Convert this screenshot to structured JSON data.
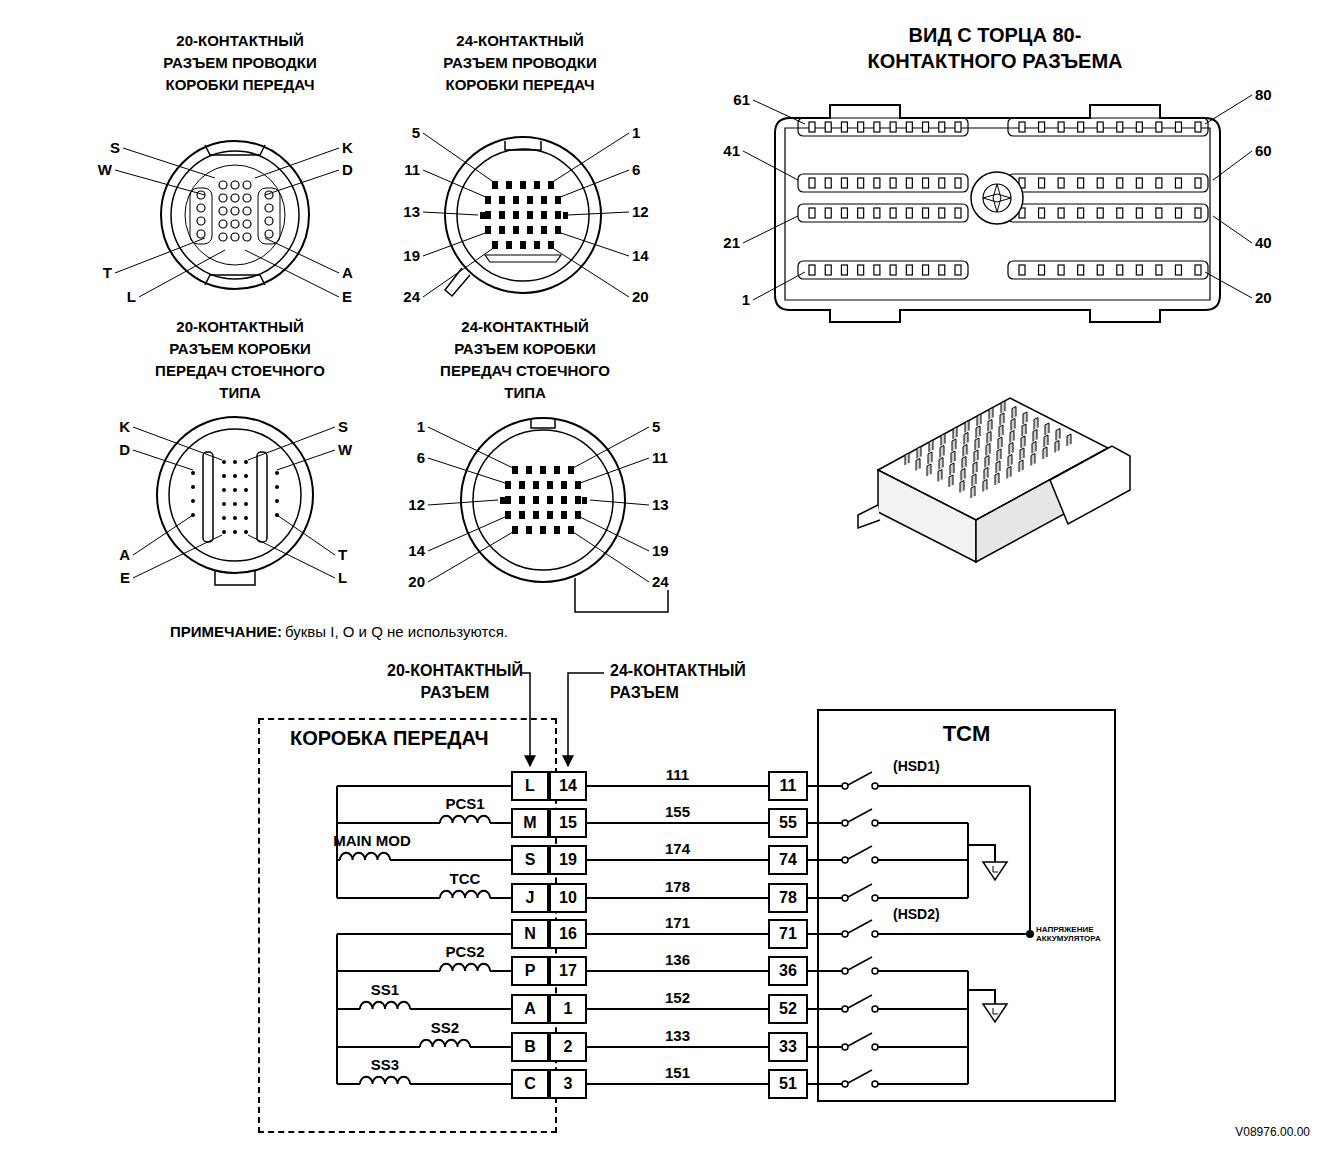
{
  "diagram": {
    "nodes": [
      {
        "text": [
          "КОРОБКА ПЕРЕДАЧ"
        ]
      },
      {
        "text": [
          "L"
        ],
        "in": 0
      },
      {
        "text": [
          "M"
        ],
        "in": 0
      },
      {
        "text": [
          "S"
        ],
        "in": 0
      },
      {
        "text": [
          "J"
        ],
        "in": 0
      },
      {
        "text": [
          "N"
        ],
        "in": 0
      },
      {
        "text": [
          "P"
        ],
        "in": 0
      },
      {
        "text": [
          "A"
        ],
        "in": 0
      },
      {
        "text": [
          "B"
        ],
        "in": 0
      },
      {
        "text": [
          "C"
        ],
        "in": 0
      },
      {
        "text": [
          "14"
        ]
      },
      {
        "text": [
          "15"
        ]
      },
      {
        "text": [
          "19"
        ]
      },
      {
        "text": [
          "10"
        ]
      },
      {
        "text": [
          "16"
        ]
      },
      {
        "text": [
          "17"
        ]
      },
      {
        "text": [
          "1"
        ]
      },
      {
        "text": [
          "2"
        ]
      },
      {
        "text": [
          "3"
        ]
      },
      {
        "text": [
          "TCM"
        ]
      },
      {
        "text": [
          "11"
        ]
      },
      {
        "text": [
          "55"
        ]
      },
      {
        "text": [
          "74"
        ]
      },
      {
        "text": [
          "78"
        ]
      },
      {
        "text": [
          "71"
        ]
      },
      {
        "text": [
          "36"
        ]
      },
      {
        "text": [
          "52"
        ]
      },
      {
        "text": [
          "33"
        ]
      },
      {
        "text": [
          "51"
        ]
      }
    ],
    "edges": [
      {
        "from": 10,
        "to": 20,
        "arrow": "none",
        "label": "111"
      },
      {
        "from": 11,
        "to": 21,
        "arrow": "none",
        "label": "155"
      },
      {
        "from": 12,
        "to": 22,
        "arrow": "none",
        "label": "174"
      },
      {
        "from": 13,
        "to": 23,
        "arrow": "none",
        "label": "178"
      },
      {
        "from": 14,
        "to": 24,
        "arrow": "none",
        "label": "171"
      },
      {
        "from": 15,
        "to": 25,
        "arrow": "none",
        "label": "136"
      },
      {
        "from": 16,
        "to": 26,
        "arrow": "none",
        "label": "152"
      },
      {
        "from": 17,
        "to": 27,
        "arrow": "none",
        "label": "133"
      },
      {
        "from": 18,
        "to": 28,
        "arrow": "none",
        "label": "151"
      }
    ],
    "labels": [
      "20-КОНТАКТНЫЙ РАЗЪЕМ ПРОВОДКИ КОРОБКИ ПЕРЕДАЧ",
      "24-КОНТАКТНЫЙ РАЗЪЕМ ПРОВОДКИ КОРОБКИ ПЕРЕДАЧ",
      "ВИД С ТОРЦА 80-КОНТАКТНОГО РАЗЪЕМА",
      "20-КОНТАКТНЫЙ РАЗЪЕМ КОРОБКИ ПЕРЕДАЧ СТОЕЧНОГО ТИПА",
      "24-КОНТАКТНЫЙ РАЗЪЕМ КОРОБКИ ПЕРЕДАЧ СТОЕЧНОГО ТИПА",
      "S",
      "W",
      "T",
      "L",
      "K",
      "D",
      "A",
      "E",
      "5",
      "11",
      "13",
      "19",
      "24",
      "1",
      "6",
      "12",
      "14",
      "20",
      "61",
      "41",
      "21",
      "1",
      "80",
      "60",
      "40",
      "20",
      "K",
      "D",
      "A",
      "E",
      "S",
      "W",
      "T",
      "L",
      "1",
      "6",
      "12",
      "14",
      "20",
      "5",
      "11",
      "13",
      "19",
      "24",
      "ПРИМЕЧАНИЕ:",
      "буквы I, O и Q не используются.",
      "20-КОНТАКТНЫЙ РАЗЪЕМ",
      "24-КОНТАКТНЫЙ РАЗЪЕМ",
      "PCS1",
      "MAIN MOD",
      "TCC",
      "PCS2",
      "SS1",
      "SS2",
      "SS3",
      "(HSD1)",
      "(HSD2)",
      "НАПРЯЖЕНИЕ АККУМУЛЯТОРА",
      "V08976.00.00"
    ]
  }
}
